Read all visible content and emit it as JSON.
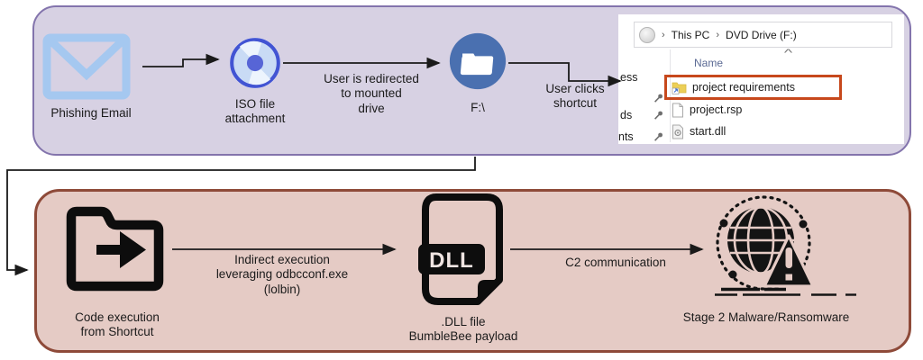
{
  "colors": {
    "top_box_fill": "#d7d1e3",
    "top_box_border": "#8374ac",
    "bottom_box_fill": "#e5cbc5",
    "bottom_box_border": "#8e4a39",
    "envelope_blue": "#a5c8f0",
    "drive_circle_blue": "#4a70b0",
    "cd_ring_blue": "#4254d3",
    "highlight_orange": "#c7481c",
    "arrow_black": "#1a1a1a"
  },
  "top": {
    "phishing_label": "Phishing Email",
    "iso_label": "ISO file\nattachment",
    "redirect_label": "User is redirected\nto mounted\ndrive",
    "fdrive_label": "F:\\",
    "click_label": "User clicks\nshortcut",
    "explorer": {
      "nav_chevron": "›",
      "breadcrumb": [
        "This PC",
        "DVD Drive (F:)"
      ],
      "column_header": "Name",
      "sort_caret": "^",
      "sidebar_fragments": [
        "ess",
        "ds",
        "nts"
      ],
      "files": [
        {
          "name": "project requirements"
        },
        {
          "name": "project.rsp"
        },
        {
          "name": "start.dll"
        }
      ]
    }
  },
  "bottom": {
    "code_exec_label": "Code execution\nfrom Shortcut",
    "indirect_label": "Indirect execution\nleveraging odbcconf.exe\n(lolbin)",
    "dll_badge": "DLL",
    "dll_label": ".DLL file\nBumbleBee payload",
    "c2_label": "C2 communication",
    "stage2_label": "Stage 2 Malware/Ransomware"
  }
}
